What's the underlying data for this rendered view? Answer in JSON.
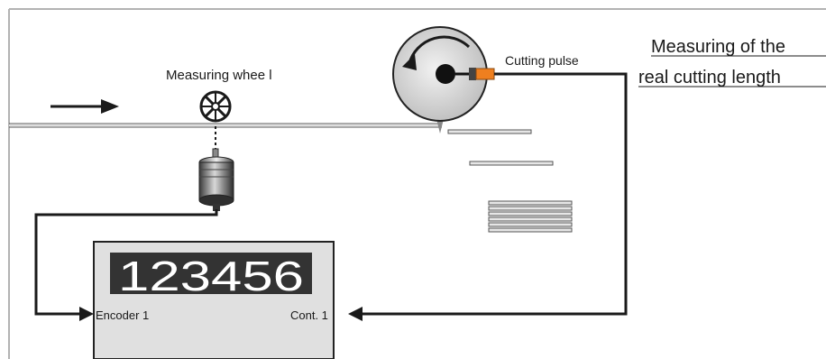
{
  "labels": {
    "measuring_wheel": "Measuring whee l",
    "cutting_pulse": "Cutting pulse",
    "title_line1": "Measuring of the",
    "title_line2": "real cutting length",
    "encoder_input": "Encoder 1",
    "control_input": "Cont. 1"
  },
  "counter": {
    "display_value": "123456"
  },
  "colors": {
    "frame": "#b3b3b3",
    "cable": "#1a1a1a",
    "counter_body": "#e0e0e0",
    "display_bg": "#333333",
    "display_text": "#ffffff",
    "cutter_disc": "#d4d4d4",
    "sensor": "#ee7f1f"
  }
}
